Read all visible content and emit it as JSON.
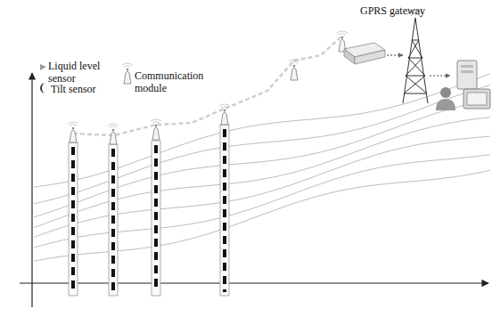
{
  "diagram": {
    "labels": [
      "GPRS gateway"
    ],
    "legend": [
      {
        "text": "Liquid level sensor"
      },
      {
        "text": "Tilt sensor"
      },
      {
        "text": "Communication module"
      }
    ]
  }
}
